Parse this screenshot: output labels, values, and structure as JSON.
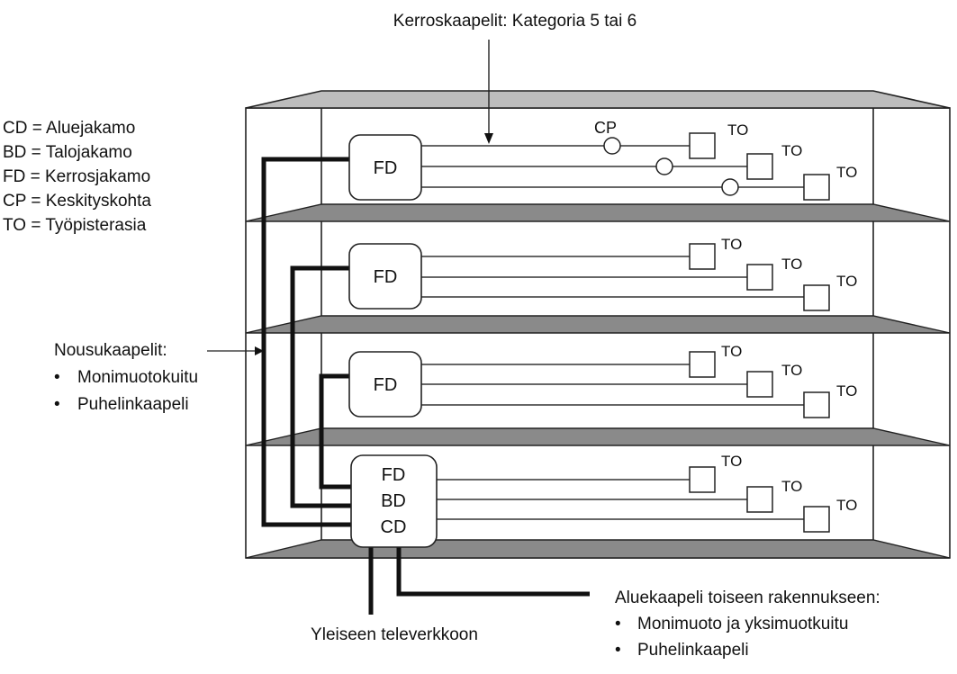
{
  "top_label": "Kerroskaapelit: Kategoria 5 tai 6",
  "legend": [
    "CD = Aluejakamo",
    "BD = Talojakamo",
    "FD = Kerrosjakamo",
    "CP = Keskityskohta",
    "TO = Työpisterasia"
  ],
  "riser_label": {
    "title": "Nousukaapelit:",
    "items": [
      "Monimuotokuitu",
      "Puhelinkaapeli"
    ]
  },
  "floors": [
    {
      "distributor": [
        "FD"
      ],
      "outlet_label": "TO",
      "cp_label": "CP",
      "has_cp": true
    },
    {
      "distributor": [
        "FD"
      ],
      "outlet_label": "TO",
      "has_cp": false
    },
    {
      "distributor": [
        "FD"
      ],
      "outlet_label": "TO",
      "has_cp": false
    },
    {
      "distributor": [
        "FD",
        "BD",
        "CD"
      ],
      "outlet_label": "TO",
      "has_cp": false
    }
  ],
  "bottom_left_label": "Yleiseen televerkkoon",
  "campus_label": {
    "title": "Aluekaapeli toiseen rakennukseen:",
    "items": [
      "Monimuoto ja yksimuotkuitu",
      "Puhelinkaapeli"
    ]
  },
  "bullet": "•"
}
